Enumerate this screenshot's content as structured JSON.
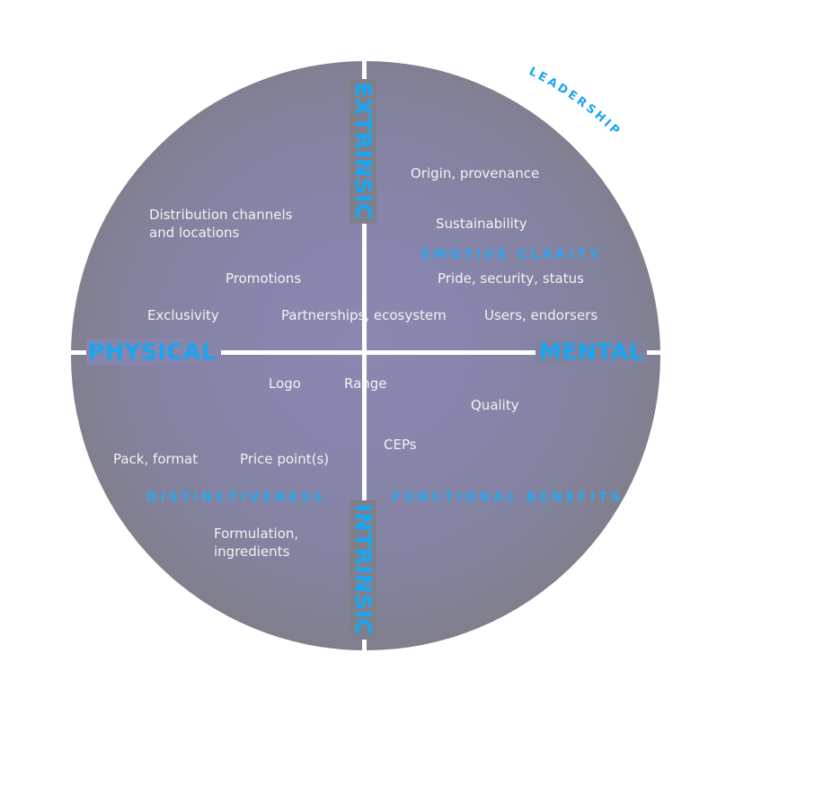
{
  "axes": {
    "top": "EXTRINSIC",
    "bottom": "INTRINSIC",
    "left": "PHYSICAL",
    "right": "MENTAL"
  },
  "arc_label": "LEADERSHIP",
  "quadrant_labels": {
    "emotive": "EMOTIVE CLARITY",
    "distinctiveness": "DISTINCTIVENESS",
    "functional": "FUNCTIONAL BENEFITS"
  },
  "items": {
    "origin": "Origin, provenance",
    "distribution": [
      "Distribution channels",
      "and locations"
    ],
    "sustainability": "Sustainability",
    "promotions": "Promotions",
    "pride": "Pride, security, status",
    "exclusivity": "Exclusivity",
    "partnerships": "Partnerships, ecosystem",
    "users": "Users, endorsers",
    "logo": "Logo",
    "range": "Range",
    "quality": "Quality",
    "ceps": "CEPs",
    "pack": "Pack, format",
    "price": "Price point(s)",
    "formulation": [
      "Formulation,",
      "ingredients"
    ]
  },
  "colors": {
    "axis_label": "#18a6f2",
    "quadrant_label": "#2ba7f0",
    "circle": "#8785ab",
    "lines": "#ffffff",
    "item_text": "#f2f2f2"
  }
}
